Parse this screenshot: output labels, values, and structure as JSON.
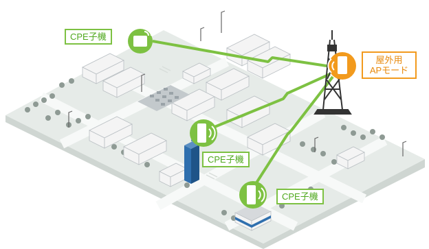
{
  "labels": {
    "cpe_child_1": "CPE子機",
    "cpe_child_2": "CPE子機",
    "cpe_child_3": "CPE子機",
    "outdoor_ap_line1": "屋外用",
    "outdoor_ap_line2": "APモード"
  },
  "colors": {
    "ground": "#e6ebe8",
    "ground_side": "#cfd6d2",
    "road": "#f7f9f8",
    "link_green": "#7dc142",
    "cpe_green": "#7dc142",
    "ap_orange": "#f29a1d",
    "tower": "#333333",
    "building_wall": "#f4f4f4",
    "roof": "#d6d9dc",
    "tree": "#8e9a94",
    "high_rise": "#2f6fae"
  },
  "icons": {
    "cpe": "wifi-signal-icon",
    "ap": "wifi-signal-icon",
    "tower": "transmission-tower-icon"
  }
}
